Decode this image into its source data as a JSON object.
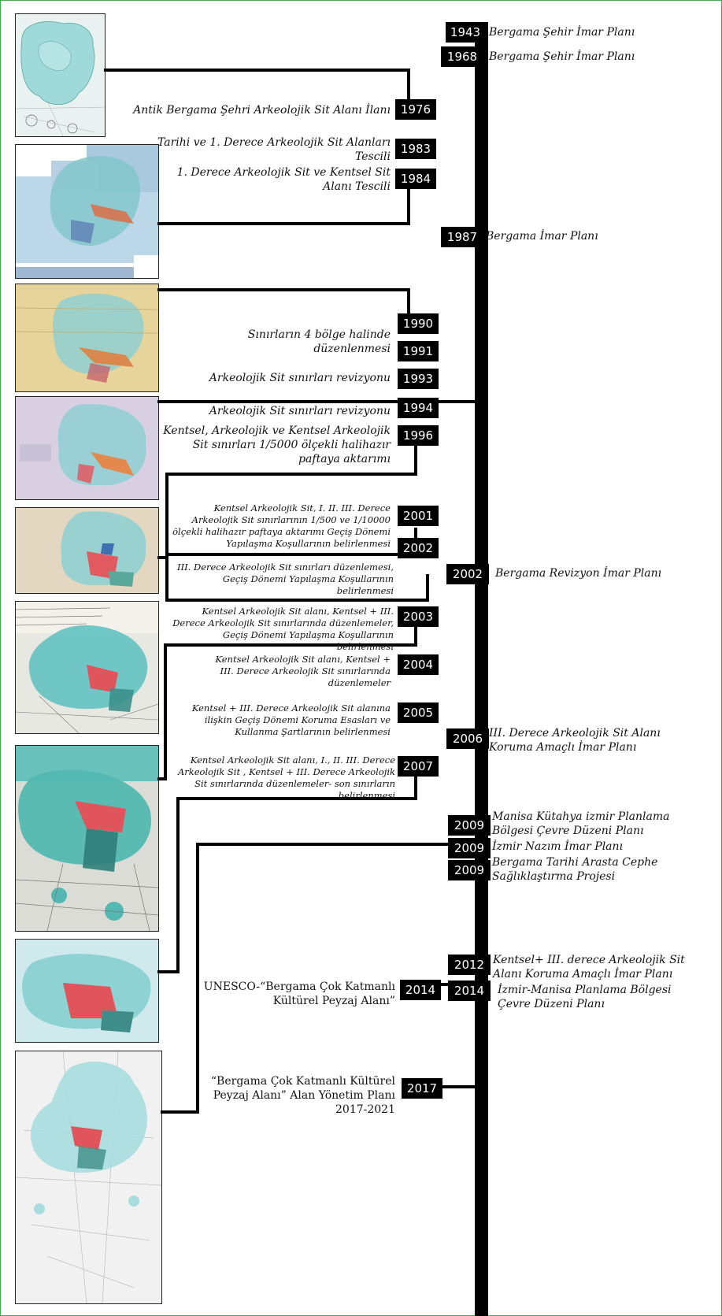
{
  "colors": {
    "line": "#000000",
    "frame": "#3bb04a",
    "sit_area": "#7fd6d8",
    "urban_sit": "#e0545b"
  },
  "left_events": [
    {
      "year": "1976",
      "text": "Antik Bergama Şehri Arkeolojik Sit Alanı İlanı"
    },
    {
      "year": "1983",
      "text": "Tarihi ve 1. Derece Arkeolojik Sit Alanları Tescili"
    },
    {
      "year": "1984",
      "text": "1. Derece Arkeolojik Sit ve Kentsel Sit Alanı Tescili"
    },
    {
      "year": "1990",
      "text": ""
    },
    {
      "year": "1991",
      "text": "Sınırların 4 bölge halinde düzenlenmesi"
    },
    {
      "year": "1993",
      "text": "Arkeolojik  Sit sınırları revizyonu"
    },
    {
      "year": "1994",
      "text": "Arkeolojik  Sit sınırları revizyonu"
    },
    {
      "year": "1996",
      "text": "Kentsel, Arkeolojik ve Kentsel Arkeolojik Sit sınırları 1/5000 ölçekli halihazır paftaya aktarımı"
    },
    {
      "year": "2001",
      "text": "Kentsel Arkeolojik Sit, I.  II.  III. Derece Arkeolojik Sit sınırlarının 1/500 ve 1/10000 ölçekli halihazır paftaya aktarımı Geçiş Dönemi Yapılaşma Koşullarının belirlenmesi"
    },
    {
      "year": "2002",
      "text": "III. Derece Arkeolojik Sit sınırları düzenlemesi, Geçiş Dönemi Yapılaşma Koşullarının belirlenmesi"
    },
    {
      "year": "2003",
      "text": "Kentsel Arkeolojik Sit alanı, Kentsel + III. Derece Arkeolojik Sit  sınırlarında düzenlemeler, Geçiş Dönemi Yapılaşma Koşullarının belirlenmesi"
    },
    {
      "year": "2004",
      "text": "Kentsel Arkeolojik Sit alanı, Kentsel + III. Derece Arkeolojik Sit  sınırlarında düzenlemeler"
    },
    {
      "year": "2005",
      "text": "Kentsel + III. Derece Arkeolojik Sit alanına ilişkin Geçiş Dönemi Koruma Esasları ve Kullanma Şartlarının belirlenmesi"
    },
    {
      "year": "2007",
      "text": "Kentsel Arkeolojik Sit alanı, I., II. III. Derece Arkeolojik Sit , Kentsel + III. Derece Arkeolojik Sit sınırlarında düzenlemeler- son sınırların belirlenmesi"
    },
    {
      "year": "2014",
      "text": "UNESCO-“Bergama Çok Katmanlı Kültürel Peyzaj Alanı”"
    },
    {
      "year": "2017",
      "text": "“Bergama Çok  Katmanlı Kültürel Peyzaj Alanı” Alan Yönetim Planı 2017-2021"
    }
  ],
  "right_events": [
    {
      "year": "1943",
      "text": "Bergama Şehir İmar Planı"
    },
    {
      "year": "1968",
      "text": "Bergama Şehir İmar Planı"
    },
    {
      "year": "1987",
      "text": "Bergama İmar Planı"
    },
    {
      "year": "2002",
      "text": "Bergama Revizyon İmar Planı"
    },
    {
      "year": "2006",
      "text": "III. Derece Arkeolojik Sit Alanı Koruma Amaçlı İmar Planı"
    },
    {
      "year": "2009",
      "text": "Manisa Kütahya izmir Planlama Bölgesi Çevre Düzeni Planı"
    },
    {
      "year": "2009",
      "text": "İzmir Nazım İmar Planı"
    },
    {
      "year": "2009",
      "text": "Bergama Tarihi Arasta Cephe Sağlıklaştırma Projesi"
    },
    {
      "year": "2012",
      "text": "Kentsel+ III. derece Arkeolojik Sit Alanı Koruma Amaçlı İmar Planı"
    },
    {
      "year": "2014",
      "text": "İzmir-Manisa Planlama Bölgesi Çevre Düzeni  Planı"
    }
  ],
  "maps": [
    "map-1976",
    "map-1983",
    "map-1990",
    "map-1994",
    "map-2001",
    "map-2003",
    "map-2005",
    "map-2007",
    "map-2017"
  ]
}
